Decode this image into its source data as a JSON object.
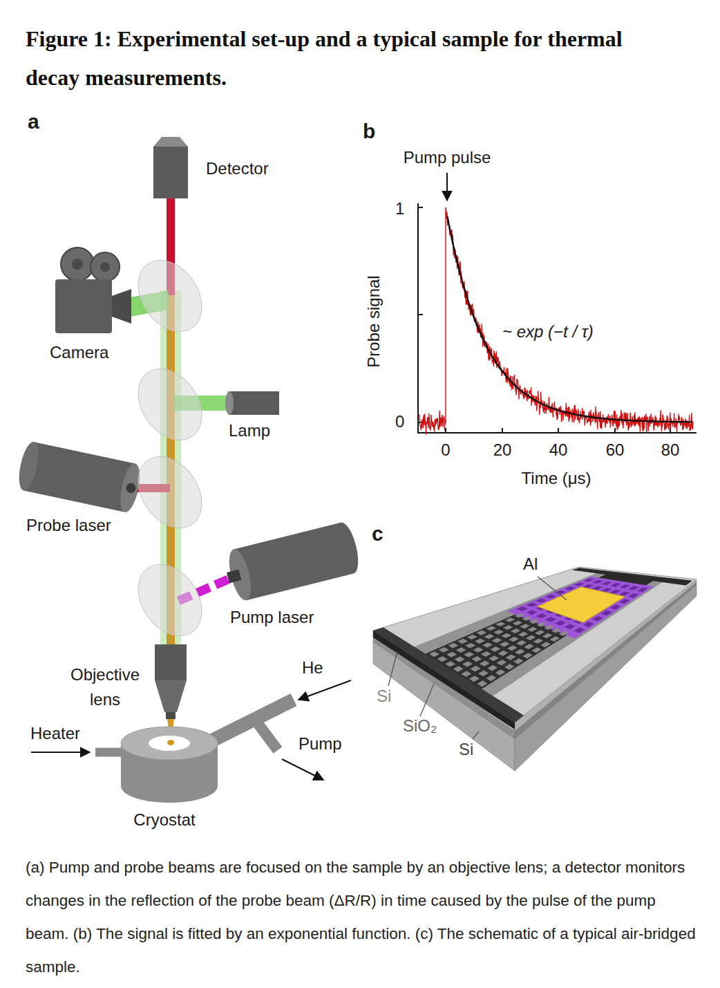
{
  "diagram": {
    "title": "Figure 1: Experimental set-up and a typical sample for thermal decay measurements.",
    "caption": "(a) Pump and probe beams are focused on the sample by an objective lens; a detector monitors changes in the reflection of the probe beam (ΔR/R) in time caused by the pulse of the pump beam. (b) The signal is fitted by an exponential function. (c) The schematic of a typical air-bridged sample.",
    "labels": [
      "a",
      "Detector",
      "Camera",
      "Lamp",
      "Probe laser",
      "Pump laser",
      "Objective lens",
      "He",
      "Heater",
      "Pump",
      "Cryostat",
      "b",
      "Pump pulse",
      "1",
      "0",
      "Probe signal",
      "~ exp (−t / τ)",
      "0",
      "20",
      "40",
      "60",
      "80",
      "Time (μs)",
      "c",
      "Al",
      "Si",
      "SiO₂",
      "Si"
    ]
  }
}
